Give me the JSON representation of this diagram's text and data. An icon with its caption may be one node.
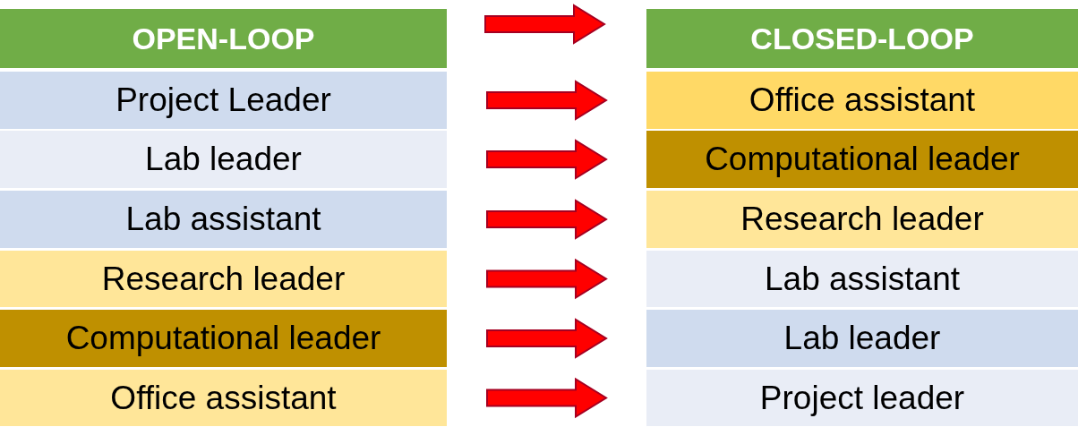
{
  "diagram": {
    "nodes": [
      {
        "text": [
          "OPEN-LOOP"
        ]
      },
      {
        "text": [
          "CLOSED-LOOP"
        ]
      },
      {
        "text": [
          "Project Leader"
        ]
      },
      {
        "text": [
          "Office assistant"
        ]
      },
      {
        "text": [
          "Lab leader"
        ]
      },
      {
        "text": [
          "Computational leader"
        ]
      },
      {
        "text": [
          "Lab assistant"
        ]
      },
      {
        "text": [
          "Research leader"
        ]
      },
      {
        "text": [
          "Research leader"
        ]
      },
      {
        "text": [
          "Lab assistant"
        ]
      },
      {
        "text": [
          "Computational leader"
        ]
      },
      {
        "text": [
          "Lab leader"
        ]
      },
      {
        "text": [
          "Office assistant"
        ]
      },
      {
        "text": [
          "Project leader"
        ]
      }
    ],
    "edges": [
      {
        "from": 0,
        "to": 1,
        "arrow": "to"
      },
      {
        "from": 2,
        "to": 3,
        "arrow": "to"
      },
      {
        "from": 4,
        "to": 5,
        "arrow": "to"
      },
      {
        "from": 6,
        "to": 7,
        "arrow": "to"
      },
      {
        "from": 8,
        "to": 9,
        "arrow": "to"
      },
      {
        "from": 10,
        "to": 11,
        "arrow": "to"
      },
      {
        "from": 12,
        "to": 13,
        "arrow": "to"
      }
    ]
  }
}
